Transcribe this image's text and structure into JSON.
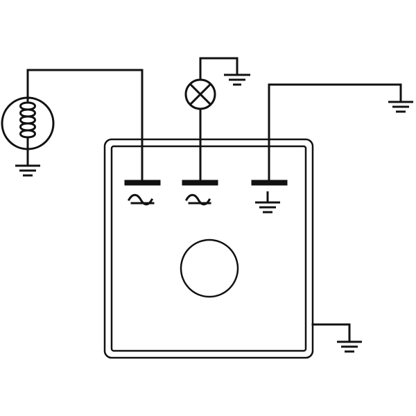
{
  "diagram": {
    "type": "wiring-schematic",
    "ink_color": "#111111",
    "background_color": "#ffffff",
    "symbols": {
      "coil": "inductor-coil-icon",
      "lamp": "lamp-icon",
      "ground": "ground-icon",
      "ac": "ac-sine-icon"
    },
    "terminals": [
      {
        "id": "terminal-1",
        "marking": "ac-sine-icon"
      },
      {
        "id": "terminal-2",
        "marking": "ac-sine-icon"
      },
      {
        "id": "terminal-3",
        "marking": "ground-icon"
      }
    ]
  }
}
